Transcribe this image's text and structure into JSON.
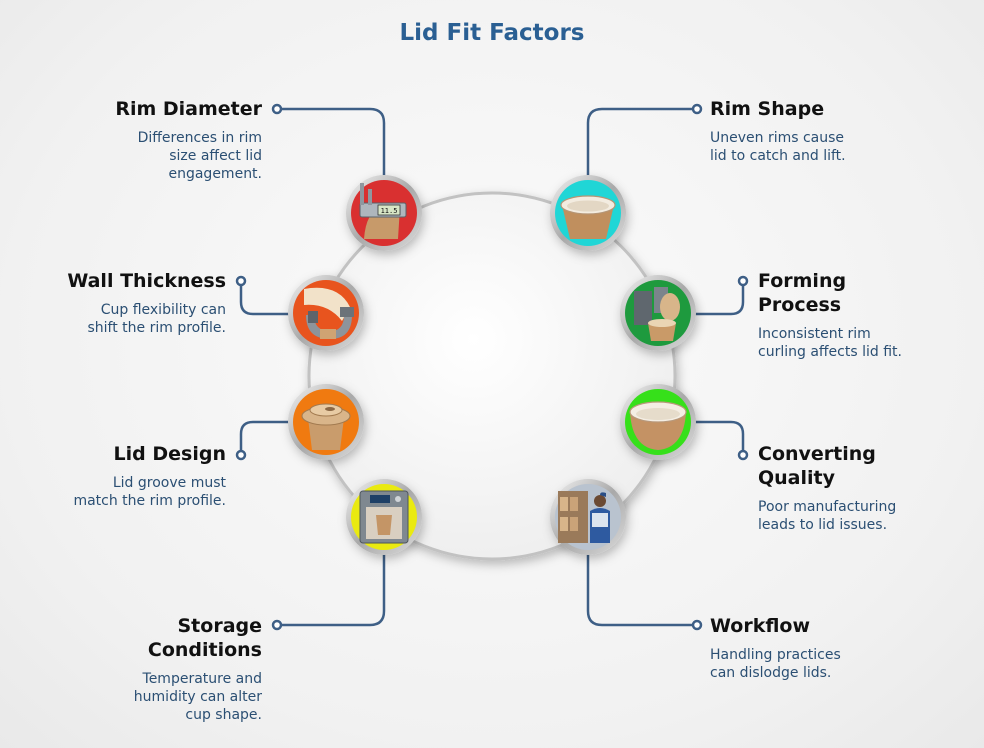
{
  "title": "Lid Fit Factors",
  "factors": [
    {
      "heading": "Rim Diameter",
      "description": "Differences in rim\nsize affect lid\nengagement.",
      "icon": "caliper-icon",
      "accent": "#d93030"
    },
    {
      "heading": "Wall Thickness",
      "description": "Cup flexibility can\nshift the rim profile.",
      "icon": "micrometer-icon",
      "accent": "#e8541e"
    },
    {
      "heading": "Lid Design",
      "description": "Lid groove must\nmatch the rim profile.",
      "icon": "cup-lid-icon",
      "accent": "#f07a10"
    },
    {
      "heading": "Storage\nConditions",
      "description": "Temperature and\nhumidity can alter\ncup shape.",
      "icon": "climate-chamber-icon",
      "accent": "#eaea10"
    },
    {
      "heading": "Rim Shape",
      "description": "Uneven rims cause\nlid to catch and lift.",
      "icon": "cup-rim-icon",
      "accent": "#20d6d6"
    },
    {
      "heading": "Forming\nProcess",
      "description": "Inconsistent rim\ncurling affects lid fit.",
      "icon": "forming-machine-icon",
      "accent": "#1e9a3e"
    },
    {
      "heading": "Converting\nQuality",
      "description": "Poor manufacturing\nleads to lid issues.",
      "icon": "paper-bowl-icon",
      "accent": "#36e01a"
    },
    {
      "heading": "Workflow",
      "description": "Handling practices\ncan dislodge lids.",
      "icon": "warehouse-worker-icon",
      "accent": "#7a8ea8"
    }
  ]
}
